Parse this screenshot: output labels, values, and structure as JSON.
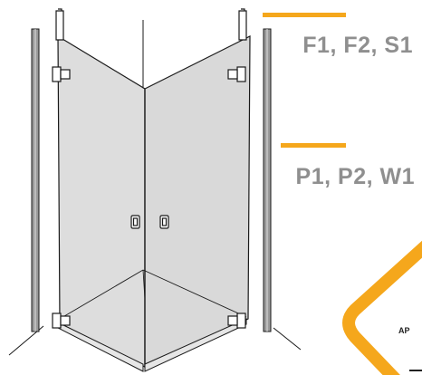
{
  "labels": {
    "top": "F1, F2, S1",
    "middle": "P1, P2, W1",
    "badge": "AP"
  },
  "colors": {
    "accent": "#f5a71c",
    "label_text": "#8f8f8f",
    "outline": "#1a1a1a",
    "glass": "#dadada",
    "profile": "#9a9a9a"
  },
  "icons": {
    "hinge": "hinge-icon",
    "handle": "handle-icon"
  }
}
